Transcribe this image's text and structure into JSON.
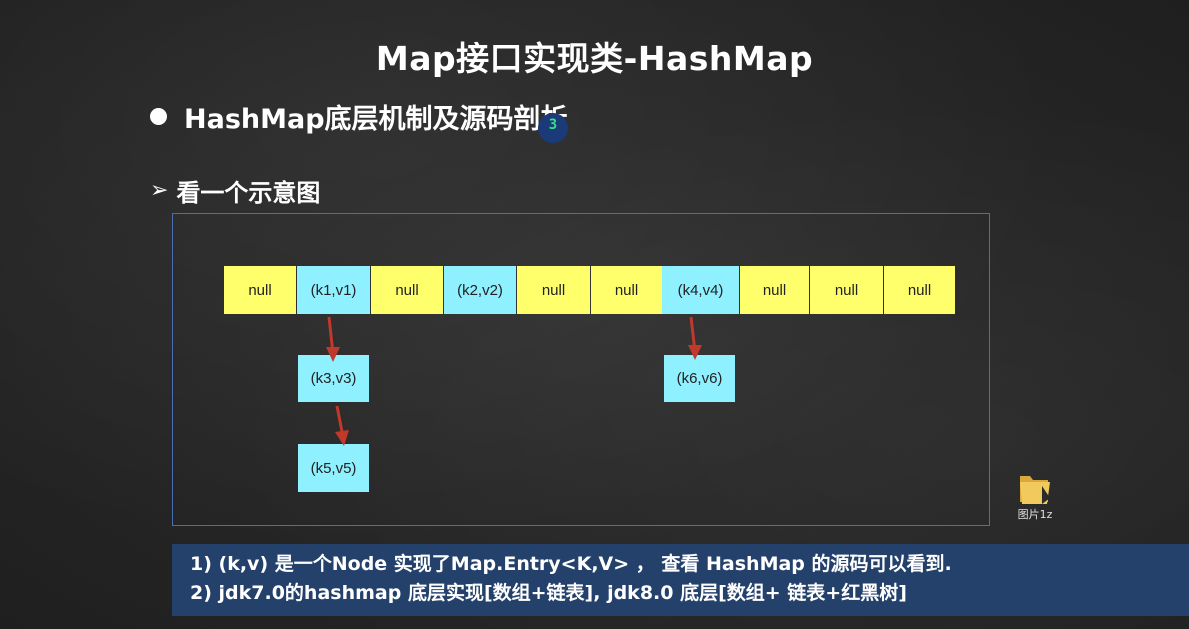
{
  "slide": {
    "title": "Map接口实现类-HashMap",
    "bullet": "HashMap底层机制及源码剖析",
    "sub_bullet": "看一个示意图",
    "sub_bullet_marker": "➢"
  },
  "diagram": {
    "array": [
      "null",
      "(k1,v1)",
      "null",
      "(k2,v2)",
      "null",
      "null",
      "(k4,v4)",
      "null",
      "null",
      "null"
    ],
    "chain_under_k1v1": [
      "(k3,v3)",
      "(k5,v5)"
    ],
    "chain_under_k4v4": [
      "(k6,v6)"
    ],
    "colors": {
      "null_cell": "#ffff6b",
      "node_cell": "#8ff0ff",
      "arrow": "#c0392b",
      "frame": "#4a6fb0"
    }
  },
  "notes": [
    "1) (k,v) 是一个Node 实现了Map.Entry<K,V> ， 查看 HashMap 的源码可以看到.",
    "2) jdk7.0的hashmap 底层实现[数组+链表], jdk8.0 底层[数组+ 链表+红黑树]"
  ],
  "desktop": {
    "folder_label": "图片1z",
    "folder_icon": "folder-icon"
  },
  "cursor": {
    "glyph": "3",
    "icon": "cursor-icon"
  }
}
